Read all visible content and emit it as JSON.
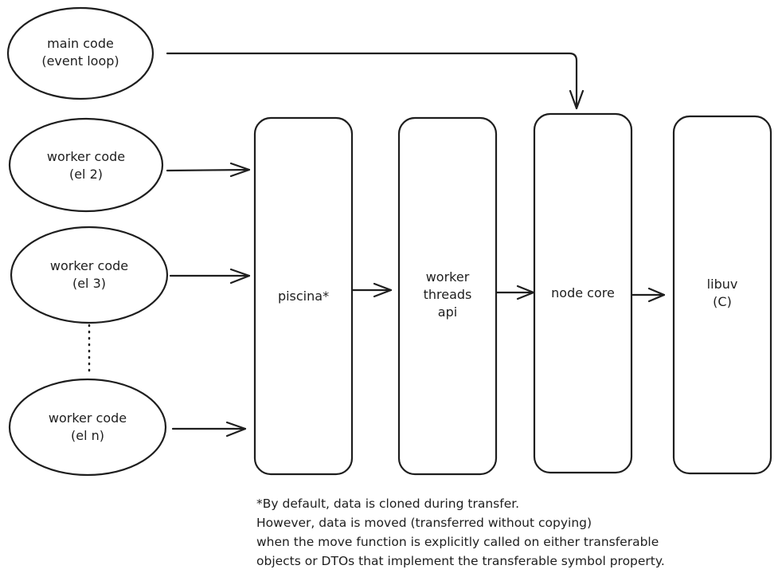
{
  "nodes": {
    "main": {
      "line1": "main code",
      "line2": "(event loop)"
    },
    "worker2": {
      "line1": "worker code",
      "line2": "(el 2)"
    },
    "worker3": {
      "line1": "worker code",
      "line2": "(el 3)"
    },
    "workern": {
      "line1": "worker code",
      "line2": "(el n)"
    },
    "piscina": {
      "label": "piscina*"
    },
    "worker_threads": {
      "line1": "worker",
      "line2": "threads",
      "line3": "api"
    },
    "node_core": {
      "label": "node core"
    },
    "libuv": {
      "line1": "libuv",
      "line2": "(C)"
    }
  },
  "edges": [
    {
      "from": "main",
      "to": "node_core"
    },
    {
      "from": "worker2",
      "to": "piscina"
    },
    {
      "from": "worker3",
      "to": "piscina"
    },
    {
      "from": "workern",
      "to": "piscina"
    },
    {
      "from": "piscina",
      "to": "worker_threads"
    },
    {
      "from": "worker_threads",
      "to": "node_core"
    },
    {
      "from": "node_core",
      "to": "libuv"
    },
    {
      "from": "worker3",
      "to": "workern",
      "style": "dotted"
    }
  ],
  "footnote": {
    "lines": [
      "*By default, data is cloned during transfer.",
      "However, data is moved (transferred without copying)",
      "when the move function is explicitly called on either transferable",
      "objects or DTOs that implement the transferable symbol property."
    ]
  }
}
